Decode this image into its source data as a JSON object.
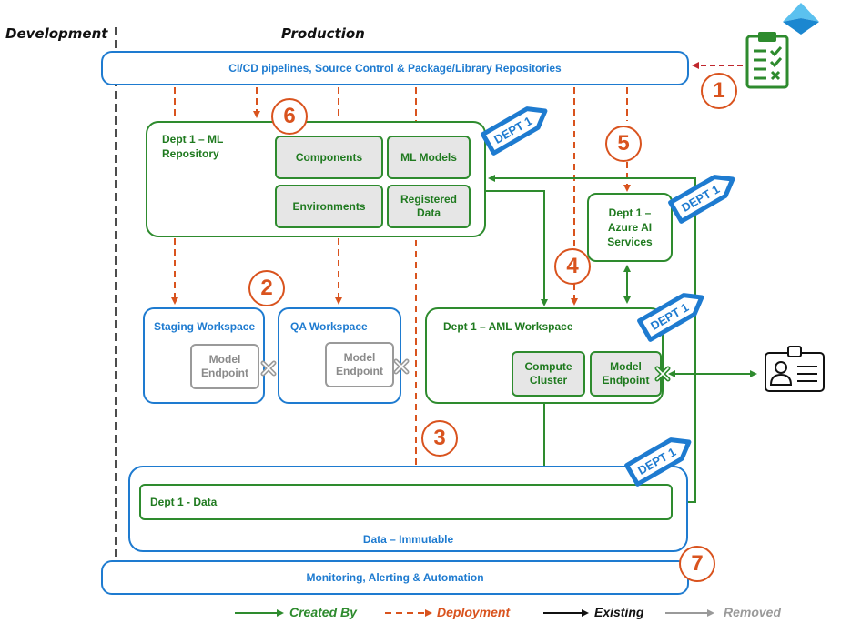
{
  "headers": {
    "development": "Development",
    "production": "Production"
  },
  "pipeline_bar": "CI/CD pipelines, Source Control & Package/Library Repositories",
  "ml_repository": {
    "title": "Dept 1 – ML Repository",
    "components": "Components",
    "ml_models": "ML Models",
    "environments": "Environments",
    "registered_data": "Registered Data"
  },
  "tags": {
    "dept": "DEPT 1"
  },
  "azure_ai": "Dept 1 – Azure AI Services",
  "staging": {
    "title": "Staging Workspace",
    "endpoint": "Model Endpoint"
  },
  "qa": {
    "title": "QA Workspace",
    "endpoint": "Model Endpoint"
  },
  "aml": {
    "title": "Dept 1 – AML Workspace",
    "compute": "Compute Cluster",
    "endpoint": "Model Endpoint"
  },
  "data": {
    "inner": "Dept 1 - Data",
    "outer": "Data – Immutable"
  },
  "monitoring": "Monitoring, Alerting & Automation",
  "steps": [
    "1",
    "2",
    "3",
    "4",
    "5",
    "6",
    "7"
  ],
  "legend": {
    "created": "Created By",
    "deployment": "Deployment",
    "existing": "Existing",
    "removed": "Removed"
  },
  "colors": {
    "green": "#2e8b2e",
    "orange": "#d9531e",
    "blue": "#1e7bd0",
    "gray": "#9a9a9a",
    "darkred": "#c0272d"
  }
}
